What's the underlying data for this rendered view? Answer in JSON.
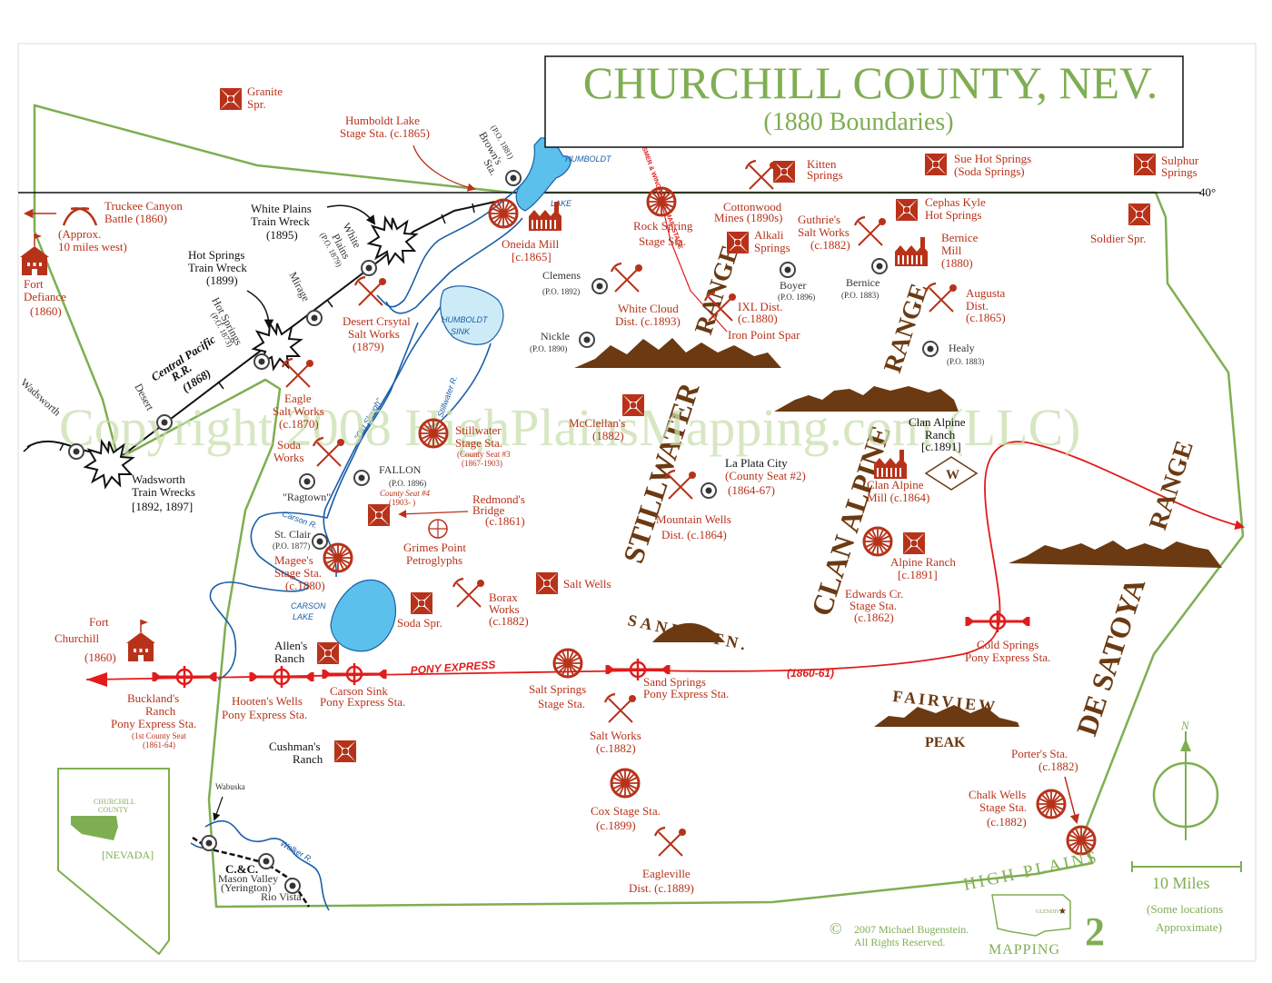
{
  "title": {
    "main": "CHURCHILL COUNTY, NEV.",
    "sub": "(1880 Boundaries)"
  },
  "watermark": "Copyright 2008 HighPlainsMapping.com (LLC)",
  "parallel_label": "40°",
  "colors": {
    "boundary": "#7fae52",
    "places": "#b8321a",
    "pony_express": "#e21b1b",
    "water": "#1a5ea8",
    "lake_fill": "#5bc0eb",
    "mountains": "#6b3a12"
  },
  "ranges": {
    "stillwater": "STILLWATER",
    "stillwater_range": "RANGE",
    "clan_alpine": "CLAN ALPINE",
    "clan_alpine_range": "RANGE",
    "desatoya": "DE SATOYA",
    "desatoya_range": "RANGE",
    "sand_mtn": "SAND MTN.",
    "fairview": "FAIRVIEW",
    "fairview_peak": "PEAK"
  },
  "water_labels": {
    "humboldt": "HUMBOLDT",
    "lake": "LAKE",
    "humboldt_sink_1": "HUMBOLDT",
    "humboldt_sink_2": "SINK",
    "stillwater_r": "Stillwater R.",
    "old_slough": "\"Old Slough\"",
    "carson_r": "Carson R.",
    "carson_lake_1": "CARSON",
    "carson_lake_2": "LAKE",
    "walker_r": "Walker R."
  },
  "railroad": {
    "l1": "Central Pacific",
    "l2": "R.R.",
    "year": "(1868)",
    "mail_stage": "ASMER & WINGATE IXL MAIL STAGE"
  },
  "pony_express": {
    "label": "PONY EXPRESS",
    "years": "(1860-61)"
  },
  "places": {
    "granite": [
      "Granite",
      "Spr."
    ],
    "truckee": [
      "Truckee Canyon",
      "Battle (1860)",
      "(Approx.",
      "10 miles west)"
    ],
    "fort_defiance": [
      "Fort",
      "Defiance",
      "(1860)"
    ],
    "humboldt_lake_sta": [
      "Humboldt Lake",
      "Stage Sta. (c.1865)"
    ],
    "browns": [
      "(P.O. 1881)",
      "Brown's",
      "Sta."
    ],
    "white_plains_wreck": [
      "White Plains",
      "Train Wreck",
      "(1895)"
    ],
    "white_plains": [
      "White",
      "Plains",
      "(P.O. 1879)"
    ],
    "oneida": [
      "Oneida Mill",
      "[c.1865]"
    ],
    "hot_springs_wreck": [
      "Hot Springs",
      "Train Wreck",
      "(1899)"
    ],
    "mirage": [
      "Mirage"
    ],
    "hot_springs_po": [
      "Hot Springs",
      "(P.O. 1873)"
    ],
    "desert_crystal": [
      "Desert Crsytal",
      "Salt Works",
      "(1879)"
    ],
    "desert_sta": [
      "Desert"
    ],
    "wadsworth_rr": [
      "Wadsworth"
    ],
    "eagle_salt": [
      "Eagle",
      "Salt Works",
      "(c.1870)"
    ],
    "soda_works": [
      "Soda",
      "Works"
    ],
    "wadsworth_wrecks": [
      "Wadsworth",
      "Train Wrecks",
      "[1892, 1897]"
    ],
    "ragtown": [
      "\"Ragtown\""
    ],
    "fallon": [
      "FALLON",
      "(P.O. 1896)",
      "County Seat #4",
      "(1903-    )"
    ],
    "stillwater_sta": [
      "Stillwater",
      "Stage Sta.",
      "(County Seat #3",
      "(1867-1903)"
    ],
    "redmonds": [
      "Redmond's",
      "Bridge",
      "(c.1861)"
    ],
    "grimes": [
      "Grimes Point",
      "Petroglyphs"
    ],
    "st_clair": [
      "St. Clair",
      "(P.O. 1877)"
    ],
    "magees": [
      "Magee's",
      "Stage Sta.",
      "(c.1880)"
    ],
    "fort_churchill": [
      "Fort",
      "Churchill",
      "(1860)"
    ],
    "allens": [
      "Allen's",
      "Ranch"
    ],
    "soda_spr": [
      "Soda Spr."
    ],
    "borax": [
      "Borax",
      "Works",
      "(c.1882)"
    ],
    "salt_wells": [
      "Salt Wells"
    ],
    "bucklands": [
      "Buckland's",
      "Ranch",
      "Pony Express Sta.",
      "(1st County Seat",
      "(1861-64)"
    ],
    "hootens": [
      "Hooten's Wells",
      "Pony Express Sta."
    ],
    "carson_sink": [
      "Carson Sink",
      "Pony Express Sta."
    ],
    "cushmans": [
      "Cushman's",
      "Ranch"
    ],
    "wabuska": [
      "Wabuska"
    ],
    "mason_valley": [
      "C.&C.",
      "Mason Valley",
      "(Yerington)",
      "Rio Vista"
    ],
    "nevada_inset": [
      "CHURCHILL",
      "COUNTY",
      "[NEVADA]"
    ],
    "rock_spring": [
      "Rock Spring",
      "Stage Sta."
    ],
    "kitten": [
      "Kitten",
      "Springs"
    ],
    "cottonwood": [
      "Cottonwood",
      "Mines (1890s)"
    ],
    "alkali": [
      "Alkali",
      "Springs"
    ],
    "guthries": [
      "Guthrie's",
      "Salt Works",
      "(c.1882)"
    ],
    "sue_hot": [
      "Sue Hot Springs",
      "(Soda Springs)"
    ],
    "sulphur": [
      "Sulphur",
      "Springs"
    ],
    "cephas": [
      "Cephas Kyle",
      "Hot Springs"
    ],
    "soldier": [
      "Soldier Spr."
    ],
    "bernice_mill": [
      "Bernice",
      "Mill",
      "(1880)"
    ],
    "bernice_po": [
      "Bernice",
      "(P.O. 1883)"
    ],
    "boyer": [
      "Boyer",
      "(P.O. 1896)"
    ],
    "clemens": [
      "Clemens",
      "(P.O. 1892)"
    ],
    "white_cloud": [
      "White Cloud",
      "Dist. (c.1893)"
    ],
    "ixl": [
      "IXL Dist.",
      "(c.1880)"
    ],
    "iron_point": [
      "Iron Point Spar"
    ],
    "nickle": [
      "Nickle",
      "(P.O. 1890)"
    ],
    "augusta": [
      "Augusta",
      "Dist.",
      "(c.1865)"
    ],
    "healy": [
      "Healy",
      "(P.O. 1883)"
    ],
    "mcclellans": [
      "McClellan's",
      "(1882)"
    ],
    "la_plata": [
      "La Plata City",
      "(County Seat #2)",
      "(1864-67)"
    ],
    "mountain_wells": [
      "Mountain Wells",
      "Dist. (c.1864)"
    ],
    "clan_alpine_ranch": [
      "Clan Alpine",
      "Ranch",
      "[c.1891]"
    ],
    "clan_alpine_mill": [
      "Clan Alpine",
      "Mill (c.1864)"
    ],
    "w_mark": [
      "W"
    ],
    "alpine_ranch": [
      "Alpine Ranch",
      "[c.1891]"
    ],
    "edwards": [
      "Edwards Cr.",
      "Stage Sta.",
      "(c.1862)"
    ],
    "cold_springs": [
      "Cold Springs",
      "Pony Express Sta."
    ],
    "salt_springs": [
      "Salt Springs",
      "Stage Sta."
    ],
    "sand_springs": [
      "Sand Springs",
      "Pony Express Sta."
    ],
    "salt_works": [
      "Salt  Works",
      "(c.1882)"
    ],
    "cox": [
      "Cox Stage Sta.",
      "(c.1899)"
    ],
    "eagleville": [
      "Eagleville",
      "Dist. (c.1889)"
    ],
    "porters": [
      "Porter's Sta.",
      "(c.1882)"
    ],
    "chalk_wells": [
      "Chalk Wells",
      "Stage Sta.",
      "(c.1882)"
    ]
  },
  "scale": {
    "label": "10 Miles",
    "note1": "(Some locations",
    "note2": "Approximate)"
  },
  "north": "N",
  "publisher": {
    "line1": "HIGH PLAINS",
    "line2": "MAPPING",
    "number": "2",
    "inset_label": "GLENDIVE"
  },
  "copyright": {
    "symbol": "©",
    "line1": "2007 Michael Bugenstein.",
    "line2": "All Rights Reserved."
  }
}
